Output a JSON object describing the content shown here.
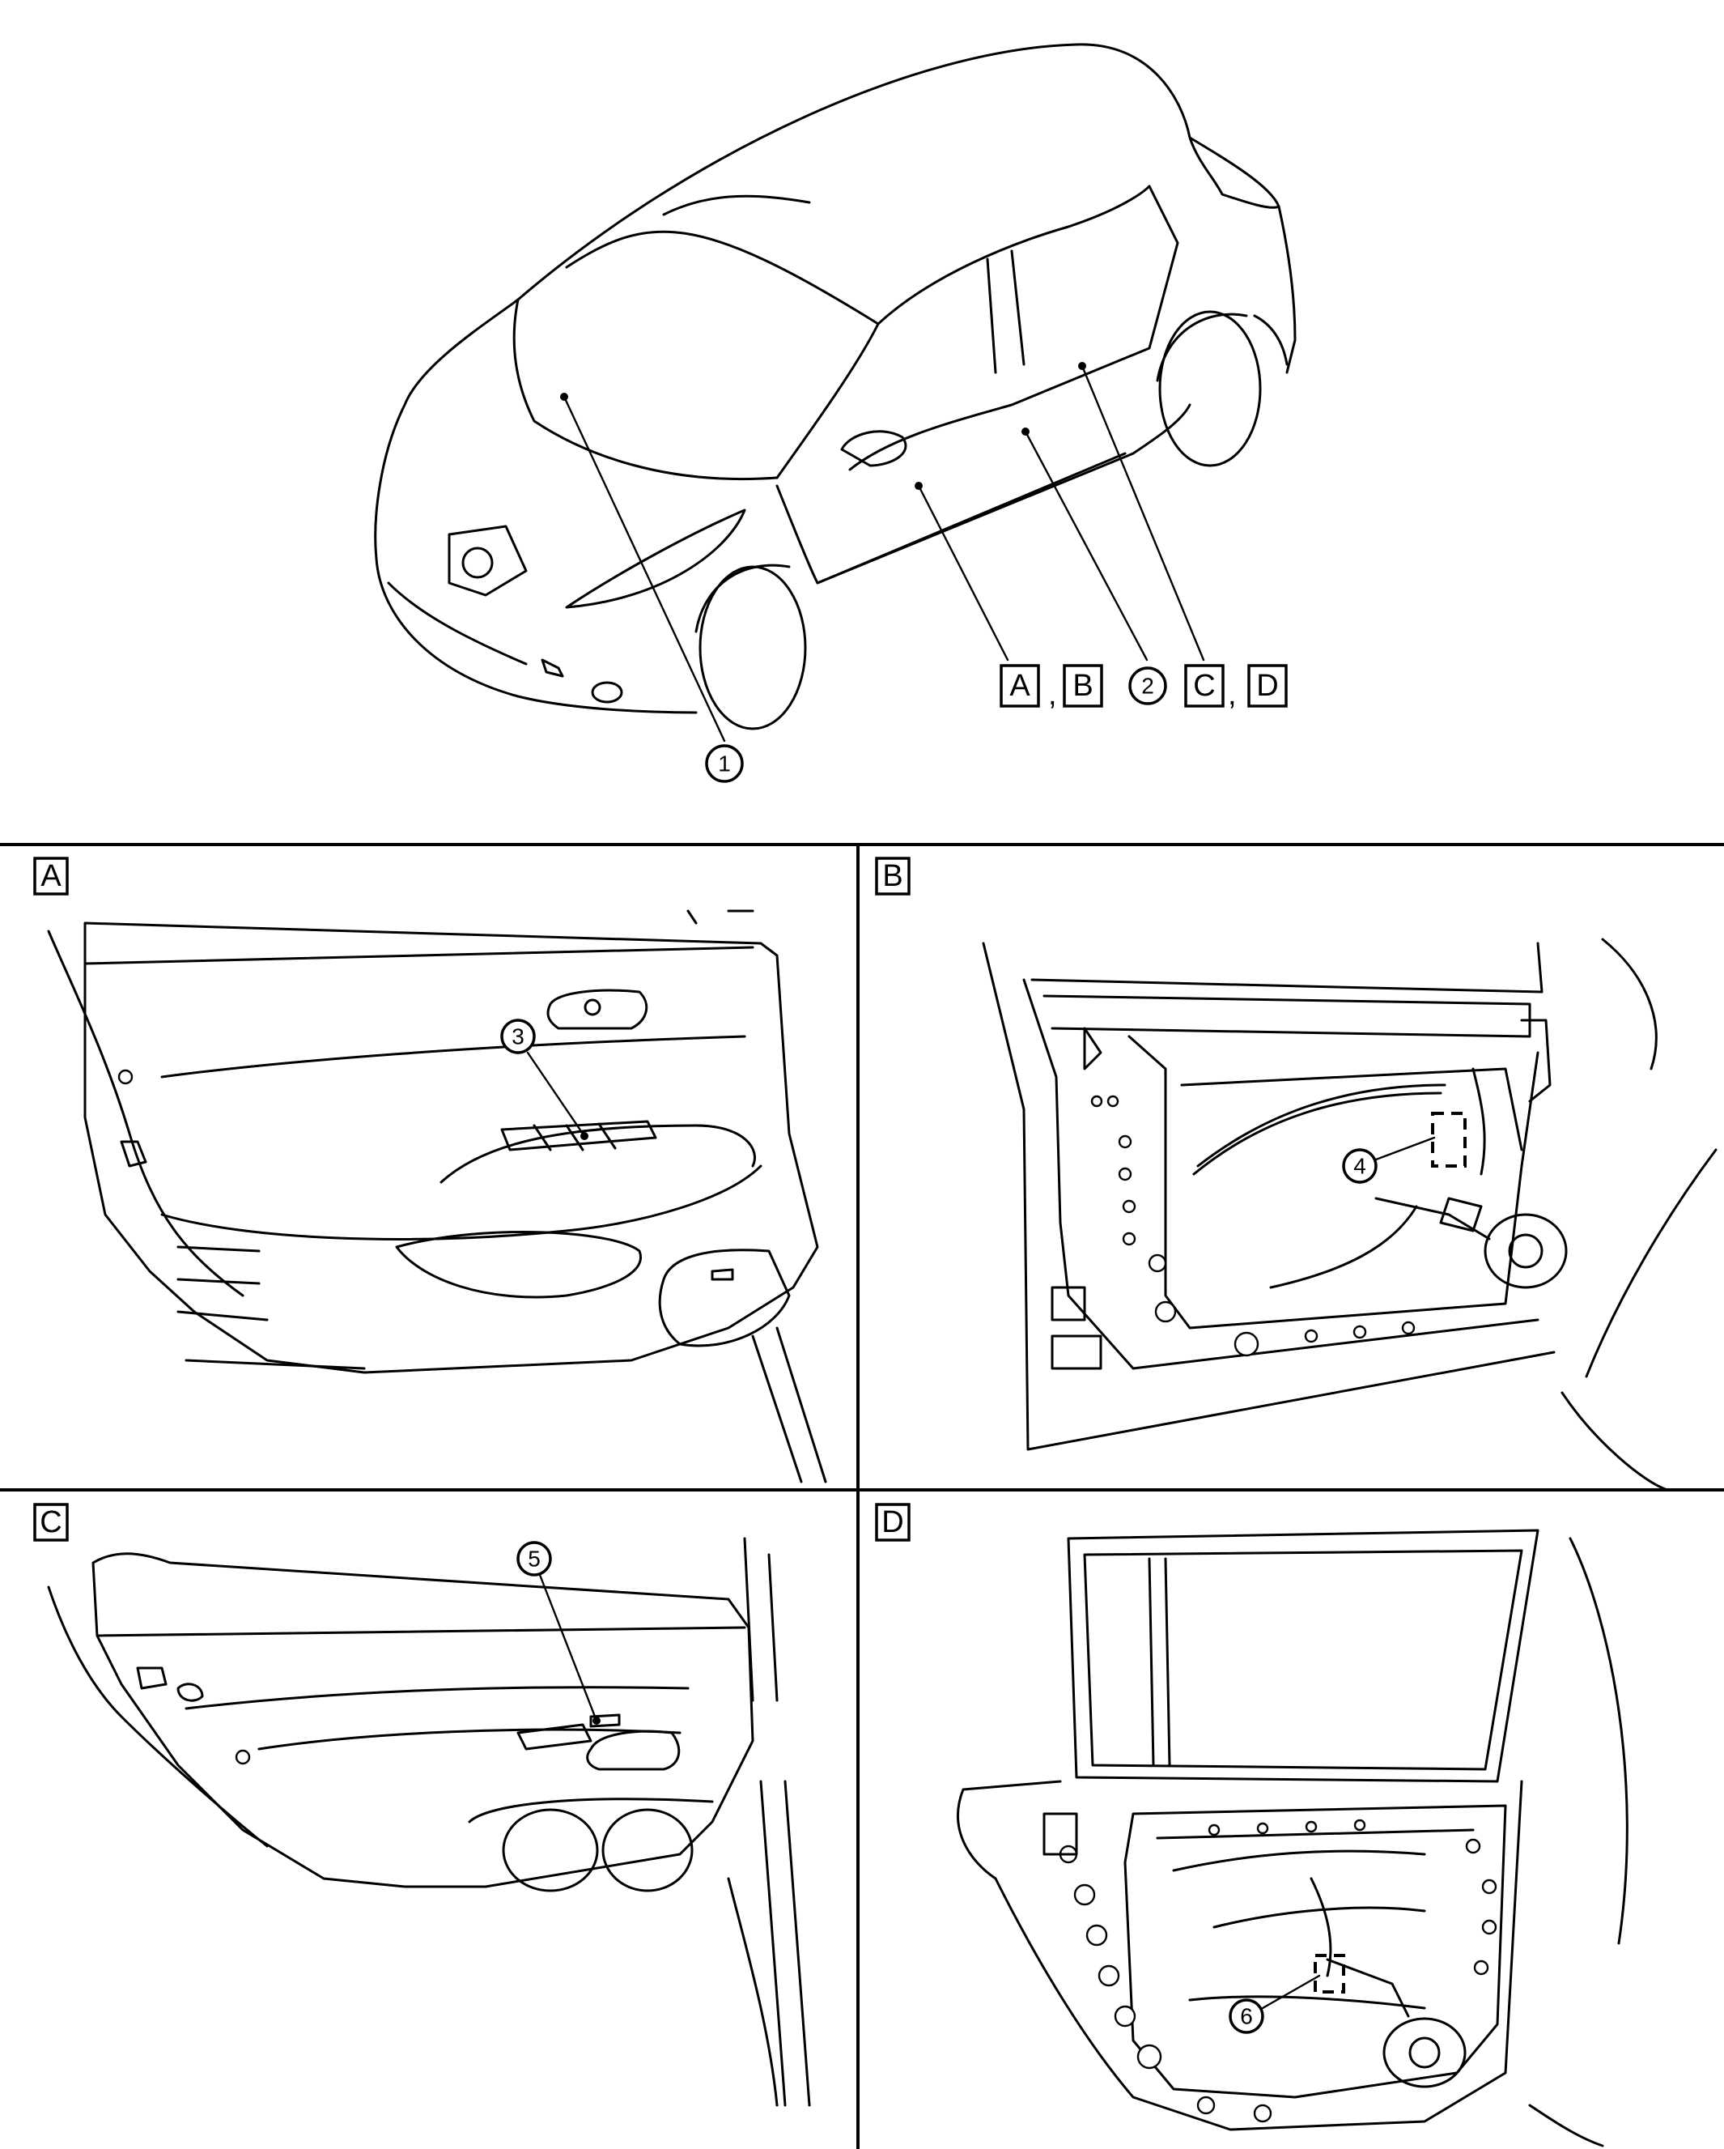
{
  "overview": {
    "callouts": [
      "1",
      "2"
    ],
    "view_refs": [
      "A",
      "B",
      "C",
      "D"
    ],
    "separator": ","
  },
  "panels": [
    {
      "label": "A",
      "callout": "3"
    },
    {
      "label": "B",
      "callout": "4"
    },
    {
      "label": "C",
      "callout": "5"
    },
    {
      "label": "D",
      "callout": "6"
    }
  ]
}
